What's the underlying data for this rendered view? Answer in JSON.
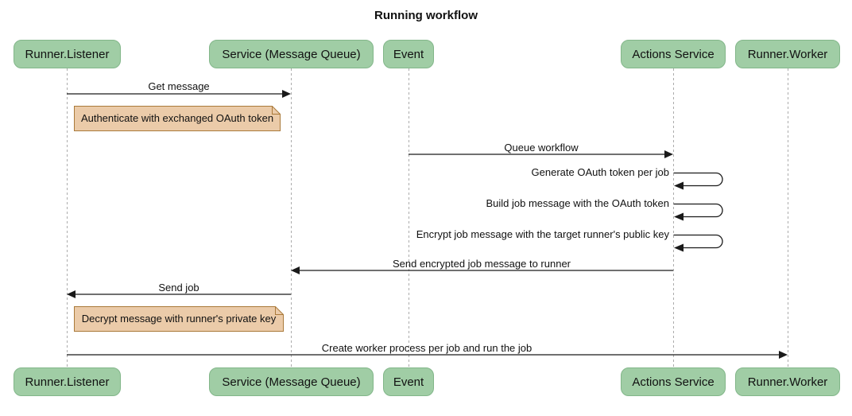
{
  "title": "Running workflow",
  "diagram_type": "sequence-diagram",
  "participants": [
    {
      "label": "Runner.Listener"
    },
    {
      "label": "Service (Message Queue)"
    },
    {
      "label": "Event"
    },
    {
      "label": "Actions Service"
    },
    {
      "label": "Runner.Worker"
    }
  ],
  "messages": [
    {
      "kind": "arrow",
      "from": "Runner.Listener",
      "to": "Service (Message Queue)",
      "label": "Get message"
    },
    {
      "kind": "note",
      "over": "Runner.Listener, Service (Message Queue)",
      "label": "Authenticate with exchanged OAuth token"
    },
    {
      "kind": "arrow",
      "from": "Event",
      "to": "Actions Service",
      "label": "Queue workflow"
    },
    {
      "kind": "self",
      "from": "Actions Service",
      "to": "Actions Service",
      "label": "Generate OAuth token per job"
    },
    {
      "kind": "self",
      "from": "Actions Service",
      "to": "Actions Service",
      "label": "Build job message with the OAuth token"
    },
    {
      "kind": "self",
      "from": "Actions Service",
      "to": "Actions Service",
      "label": "Encrypt job message with the target runner's public key"
    },
    {
      "kind": "arrow",
      "from": "Actions Service",
      "to": "Service (Message Queue)",
      "label": "Send encrypted job message to runner"
    },
    {
      "kind": "arrow",
      "from": "Service (Message Queue)",
      "to": "Runner.Listener",
      "label": "Send job"
    },
    {
      "kind": "note",
      "over": "Runner.Listener, Service (Message Queue)",
      "label": "Decrypt message with runner's private key"
    },
    {
      "kind": "arrow",
      "from": "Runner.Listener",
      "to": "Runner.Worker",
      "label": "Create worker process per job and run the job"
    }
  ],
  "colors": {
    "participant_fill": "#a0cda5",
    "participant_border": "#82b689",
    "note_fill": "#ebcba9",
    "note_border": "#aa7a3a",
    "message_line": "#1a1a1a",
    "lifeline": "#acacac",
    "background": "#ffffff",
    "text": "#111111"
  }
}
